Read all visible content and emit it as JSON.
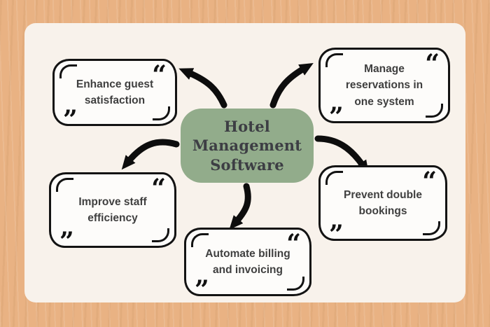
{
  "title": "Hotel Management Software infographic",
  "center": {
    "lines": [
      "Hotel",
      "Management",
      "Software"
    ]
  },
  "nodes": [
    {
      "label": "Enhance guest satisfaction"
    },
    {
      "label": "Manage reservations in one system"
    },
    {
      "label": "Improve staff efficiency"
    },
    {
      "label": "Automate billing and invoicing"
    },
    {
      "label": "Prevent double bookings"
    }
  ],
  "quotes": {
    "open": "“",
    "close": "”"
  },
  "colors": {
    "background": "#e9b283",
    "panel": "#f8f2eb",
    "center_fill": "#92ac8b",
    "node_border": "#131313",
    "text": "#3f3f3f"
  }
}
